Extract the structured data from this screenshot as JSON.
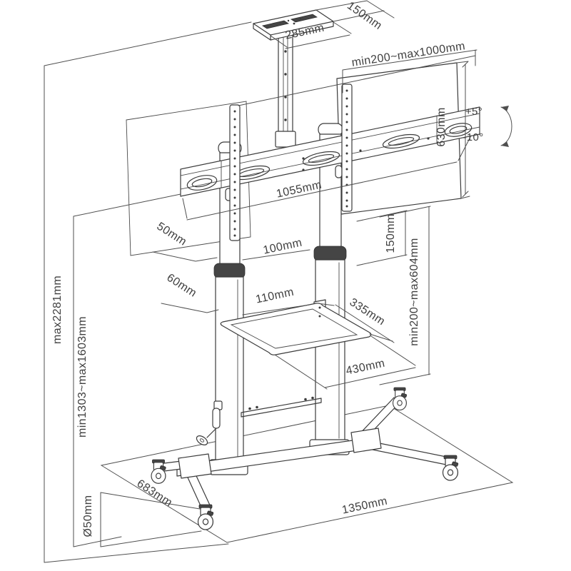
{
  "drawing": {
    "dims": {
      "top_depth": "150mm",
      "top_width": "285mm",
      "rail_span": "min200~max1000mm",
      "screen_height": "630mm",
      "tilt_up": "+5°",
      "tilt_down": "-10°",
      "bar_width": "1055mm",
      "bar_gap": "150mm",
      "shelf_range": "min200~max604mm",
      "upper_col_depth": "50mm",
      "upper_col_width": "100mm",
      "lower_col_depth": "60mm",
      "lower_col_width": "110mm",
      "shelf_depth": "335mm",
      "shelf_width": "430mm",
      "max_height": "max2281mm",
      "center_height_range": "min1303~max1603mm",
      "base_depth": "683mm",
      "caster_diameter": "Ø50mm",
      "base_width": "1350mm"
    },
    "line_color": "#3b3b3b",
    "background": "#ffffff"
  }
}
